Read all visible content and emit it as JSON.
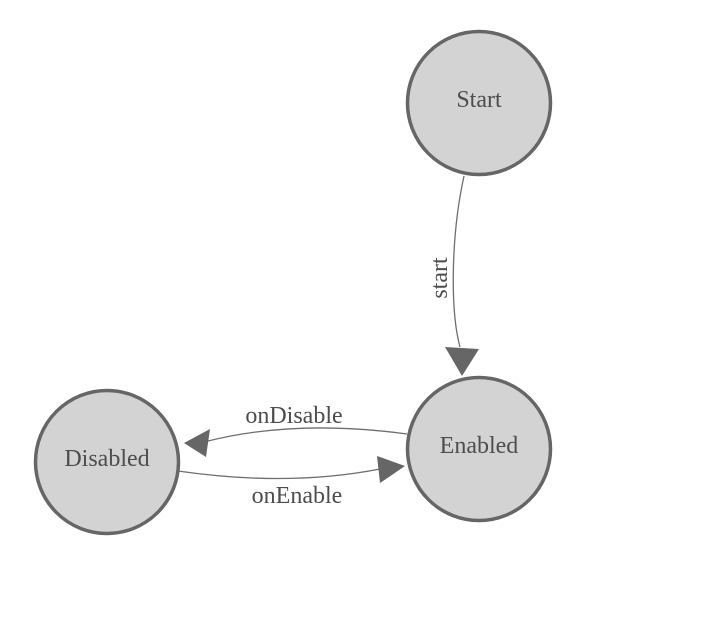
{
  "diagram": {
    "type": "state-machine",
    "nodes": [
      {
        "id": "start",
        "label": "Start"
      },
      {
        "id": "enabled",
        "label": "Enabled"
      },
      {
        "id": "disabled",
        "label": "Disabled"
      }
    ],
    "edges": [
      {
        "id": "start-transition",
        "from": "Start",
        "to": "Enabled",
        "label": "start"
      },
      {
        "id": "disable-transition",
        "from": "Enabled",
        "to": "Disabled",
        "label": "onDisable"
      },
      {
        "id": "enable-transition",
        "from": "Disabled",
        "to": "Enabled",
        "label": "onEnable"
      }
    ],
    "colors": {
      "background": "#ffffff",
      "node_fill": "#d3d3d3",
      "node_stroke": "#666666",
      "edge_stroke": "#6e6e6e",
      "arrowhead_fill": "#666666",
      "label_text": "#4d4d4d"
    }
  }
}
